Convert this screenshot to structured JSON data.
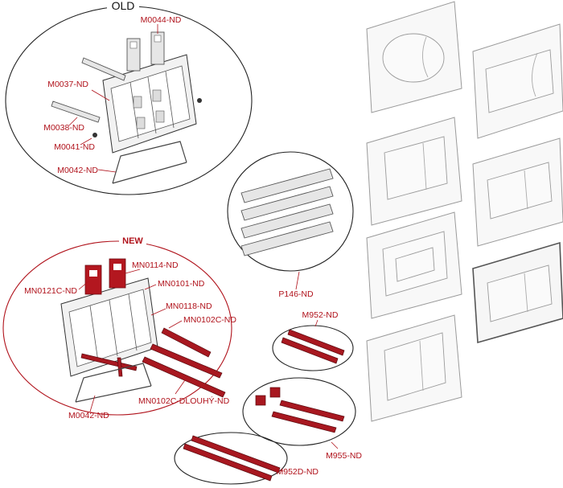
{
  "sections": {
    "old_title": "OLD",
    "new_title": "NEW"
  },
  "parts": {
    "m0044": "M0044-ND",
    "m0037": "M0037-ND",
    "m0038": "M0038-ND",
    "m0041": "M0041-ND",
    "m0042_old": "M0042-ND",
    "p146": "P146-ND",
    "mn0121c": "MN0121C-ND",
    "mn0114": "MN0114-ND",
    "mn0101": "MN0101-ND",
    "mn0118": "MN0118-ND",
    "mn0102c": "MN0102C-ND",
    "mn0102c_dlouhy": "MN0102C-DLOUHÝ-ND",
    "m0042_new": "M0042-ND",
    "m952": "M952-ND",
    "m955": "M955-ND",
    "m952d": "M952D-ND"
  },
  "colors": {
    "accent_red": "#b0121b",
    "part_red": "#b3171f",
    "outline": "#222222"
  }
}
